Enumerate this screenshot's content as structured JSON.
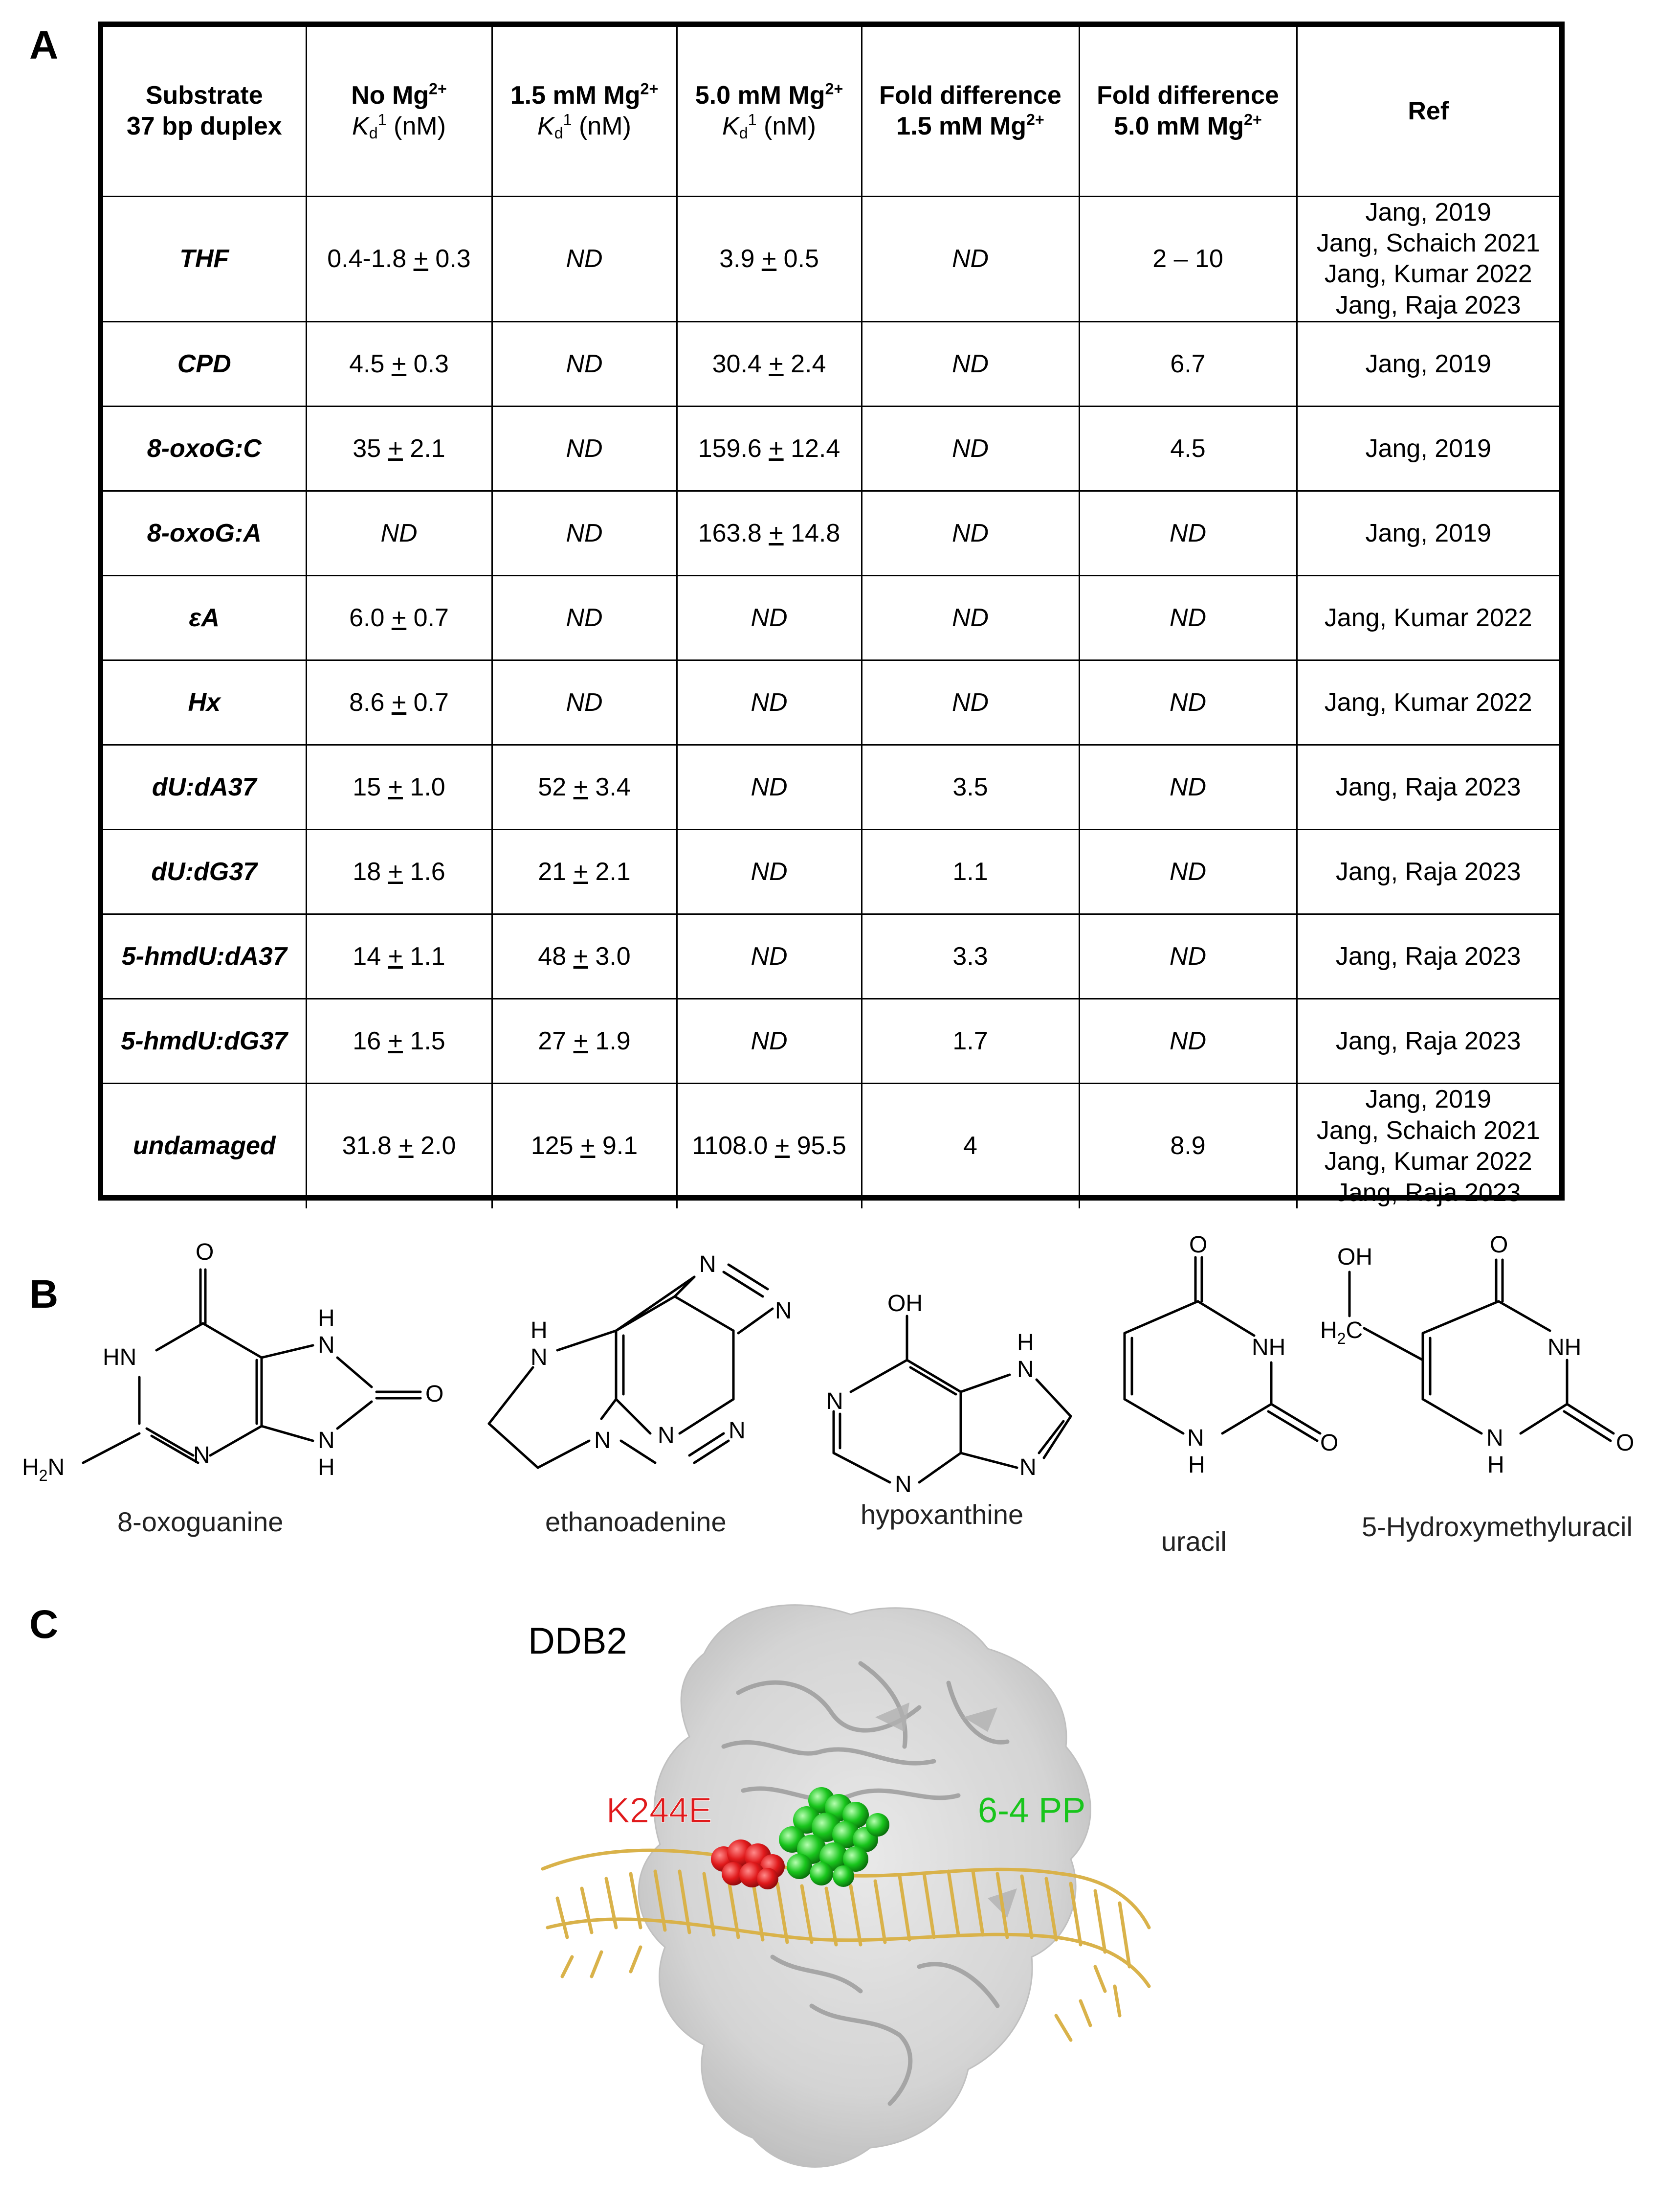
{
  "panel_labels": {
    "a": "A",
    "b": "B",
    "c": "C"
  },
  "table": {
    "headers": [
      {
        "line1": "Substrate",
        "line2": "37 bp duplex"
      },
      {
        "line1": "No Mg",
        "sup1": "2+",
        "kd": "K",
        "kd_sub": "d",
        "kd_sup": "1",
        "unit": " (nM)"
      },
      {
        "line1": "1.5 mM Mg",
        "sup1": "2+",
        "kd": "K",
        "kd_sub": "d",
        "kd_sup": "1",
        "unit": " (nM)"
      },
      {
        "line1": "5.0 mM Mg",
        "sup1": "2+",
        "kd": "K",
        "kd_sub": "d",
        "kd_sup": "1",
        "unit": " (nM)"
      },
      {
        "line1": "Fold difference",
        "line2": "1.5 mM Mg",
        "sup2": "2+"
      },
      {
        "line1": "Fold difference",
        "line2": "5.0 mM Mg",
        "sup2": "2+"
      },
      {
        "line1": "Ref"
      }
    ],
    "rows": [
      {
        "substrate": "THF",
        "nomg": [
          "0.4-1.8 ",
          "+",
          " 0.3"
        ],
        "mg15": "ND",
        "mg50": [
          "3.9 ",
          "+",
          " 0.5"
        ],
        "fold15": "ND",
        "fold50": "2 – 10",
        "ref": [
          "Jang, 2019",
          "Jang, Schaich 2021",
          "Jang, Kumar 2022",
          "Jang, Raja 2023"
        ]
      },
      {
        "substrate": "CPD",
        "nomg": [
          "4.5 ",
          "+",
          " 0.3"
        ],
        "mg15": "ND",
        "mg50": [
          "30.4 ",
          "+",
          " 2.4"
        ],
        "fold15": "ND",
        "fold50": "6.7",
        "ref": [
          "Jang, 2019"
        ]
      },
      {
        "substrate": "8-oxoG:C",
        "nomg": [
          "35 ",
          "+",
          " 2.1"
        ],
        "mg15": "ND",
        "mg50": [
          "159.6 ",
          "+",
          " 12.4"
        ],
        "fold15": "ND",
        "fold50": "4.5",
        "ref": [
          "Jang, 2019"
        ]
      },
      {
        "substrate": "8-oxoG:A",
        "nomg": "ND",
        "mg15": "ND",
        "mg50": [
          "163.8 ",
          "+",
          " 14.8"
        ],
        "fold15": "ND",
        "fold50": "ND",
        "ref": [
          "Jang, 2019"
        ]
      },
      {
        "substrate": "εA",
        "nomg": [
          "6.0 ",
          "+",
          " 0.7"
        ],
        "mg15": "ND",
        "mg50": "ND",
        "fold15": "ND",
        "fold50": "ND",
        "ref": [
          "Jang, Kumar 2022"
        ]
      },
      {
        "substrate": "Hx",
        "nomg": [
          "8.6 ",
          "+",
          " 0.7"
        ],
        "mg15": "ND",
        "mg50": "ND",
        "fold15": "ND",
        "fold50": "ND",
        "ref": [
          "Jang, Kumar 2022"
        ]
      },
      {
        "substrate": "dU:dA37",
        "nomg": [
          "15 ",
          "+",
          " 1.0"
        ],
        "mg15": [
          "52 ",
          "+",
          " 3.4"
        ],
        "mg50": "ND",
        "fold15": "3.5",
        "fold50": "ND",
        "ref": [
          "Jang, Raja 2023"
        ]
      },
      {
        "substrate": "dU:dG37",
        "nomg": [
          "18 ",
          "+",
          " 1.6"
        ],
        "mg15": [
          "21 ",
          "+",
          " 2.1"
        ],
        "mg50": "ND",
        "fold15": "1.1",
        "fold50": "ND",
        "ref": [
          "Jang, Raja 2023"
        ]
      },
      {
        "substrate": "5-hmdU:dA37",
        "nomg": [
          "14 ",
          "+",
          " 1.1"
        ],
        "mg15": [
          "48 ",
          "+",
          " 3.0"
        ],
        "mg50": "ND",
        "fold15": "3.3",
        "fold50": "ND",
        "ref": [
          "Jang, Raja 2023"
        ]
      },
      {
        "substrate": "5-hmdU:dG37",
        "nomg": [
          "16 ",
          "+",
          " 1.5"
        ],
        "mg15": [
          "27 ",
          "+",
          " 1.9"
        ],
        "mg50": "ND",
        "fold15": "1.7",
        "fold50": "ND",
        "ref": [
          "Jang, Raja 2023"
        ]
      },
      {
        "substrate": "undamaged",
        "nomg": [
          "31.8 ",
          "+",
          " 2.0"
        ],
        "mg15": [
          "125 ",
          "+",
          " 9.1"
        ],
        "mg50": [
          "1108.0 ",
          "+",
          " 95.5"
        ],
        "fold15": "4",
        "fold50": "8.9",
        "ref": [
          "Jang, 2019",
          "Jang, Schaich 2021",
          "Jang, Kumar 2022",
          "Jang, Raja 2023"
        ]
      }
    ]
  },
  "molecules": {
    "oxoguanine": {
      "name": "8-oxoguanine",
      "atoms": {
        "O_top": "O",
        "HN": "HN",
        "H7": "H",
        "N7": "N",
        "O8": "O",
        "H2N_pre": "H",
        "H2N_sub": "2",
        "H2N_post": "N",
        "N3": "N",
        "N9": "N",
        "H9": "H"
      }
    },
    "ethanoadenine": {
      "name": "ethanoadenine",
      "atoms": {
        "N_top": "N",
        "N_right": "N",
        "HN": "H",
        "N_hn": "N",
        "N_ring": "N",
        "N_bot": "N",
        "N_mid": "N"
      }
    },
    "hypoxanthine": {
      "name": "hypoxanthine",
      "atoms": {
        "OH": "OH",
        "N1": "N",
        "N3": "N",
        "H7": "H",
        "N7": "N",
        "N9": "N"
      }
    },
    "uracil": {
      "name": "uracil",
      "atoms": {
        "O4": "O",
        "NH3": "NH",
        "O2": "O",
        "N1": "N",
        "H1": "H"
      }
    },
    "hmu": {
      "name": "5-Hydroxymethyluracil",
      "atoms": {
        "OH": "OH",
        "H2C_pre": "H",
        "H2C_sub": "2",
        "H2C_post": "C",
        "O4": "O",
        "NH3": "NH",
        "O2": "O",
        "N1": "N",
        "H1": "H"
      }
    }
  },
  "protein": {
    "title": "DDB2",
    "mutation_label": "K244E",
    "lesion_label": "6-4 PP",
    "colors": {
      "mutation": "#e0191b",
      "lesion": "#18c51c",
      "dna": "#d9b24a",
      "surface": "#d4d4d4"
    }
  }
}
